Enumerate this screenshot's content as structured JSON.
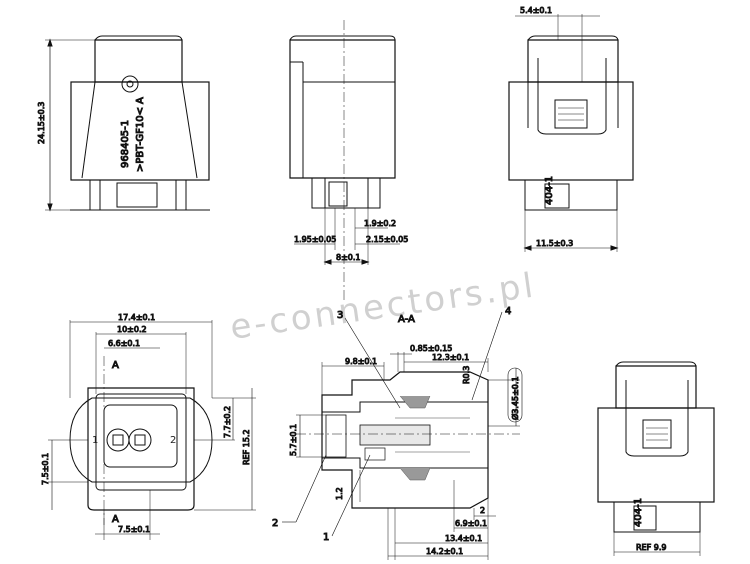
{
  "watermark": "e-connectors.pl",
  "section_title": "A-A",
  "part_markings": {
    "part_number": "968405-1",
    "material": ">PBT-GF10<",
    "rev": "A",
    "back_part": "404-1"
  },
  "dimensions": {
    "overall_height": "24.15±0.3",
    "top_offset": "5.4±0.1",
    "pin_gap_right": "1.9±0.2",
    "pin_left": "1.95±0.05",
    "pin_right": "2.15±0.05",
    "pin_span": "8±0.1",
    "back_width": "11.5±0.3",
    "front_width": "17.4±0.1",
    "front_inner": "10±0.2",
    "front_cavity": "6.6±0.1",
    "front_height_a": "7.7±0.2",
    "front_ref": "REF 15.2",
    "front_left_h": "7.5±0.1",
    "front_bottom": "7.5±0.1",
    "sec_len": "9.8±0.1",
    "sec_gap": "0.85±0.15",
    "sec_right_len": "12.3±0.1",
    "sec_diam": "Ø3.45±0.1",
    "sec_pin": "5.7±0.1",
    "sec_small": "1.2",
    "sec_69": "6.9±0.1",
    "sec_2": "2",
    "sec_134": "13.4±0.1",
    "sec_142": "14.2±0.1",
    "ref_99": "REF 9.9",
    "r_small": "R0.3"
  },
  "callouts": {
    "c1": "1",
    "c2": "2",
    "c3": "3",
    "c4": "4",
    "section_a_top": "A",
    "section_a_bottom": "A"
  }
}
